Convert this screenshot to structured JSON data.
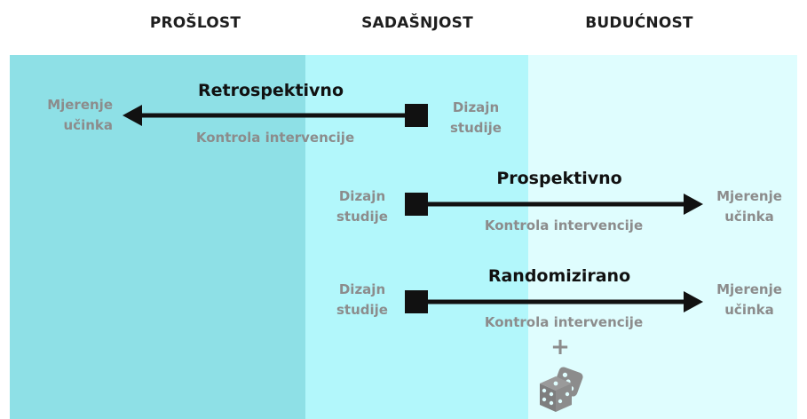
{
  "headers": {
    "past": "PROŠLOST",
    "present": "SADAŠNJOST",
    "future": "BUDUĆNOST"
  },
  "colors": {
    "past_band": "#8ee0e6",
    "present_band": "#b2f7fb",
    "future_band": "#dffdfe",
    "arrow": "#111111",
    "label_gray": "#8c8c8c"
  },
  "rows": [
    {
      "title": "Retrospektivno",
      "start_label": [
        "Dizajn",
        "studije"
      ],
      "end_label": [
        "Mjerenje",
        "učinka"
      ],
      "control": "Kontrola intervencije"
    },
    {
      "title": "Prospektivno",
      "start_label": [
        "Dizajn",
        "studije"
      ],
      "end_label": [
        "Mjerenje",
        "učinka"
      ],
      "control": "Kontrola intervencije"
    },
    {
      "title": "Randomizirano",
      "start_label": [
        "Dizajn",
        "studije"
      ],
      "end_label": [
        "Mjerenje",
        "učinka"
      ],
      "control": "Kontrola intervencije",
      "extra_symbol": "+",
      "extra_icon": "dice-icon"
    }
  ]
}
